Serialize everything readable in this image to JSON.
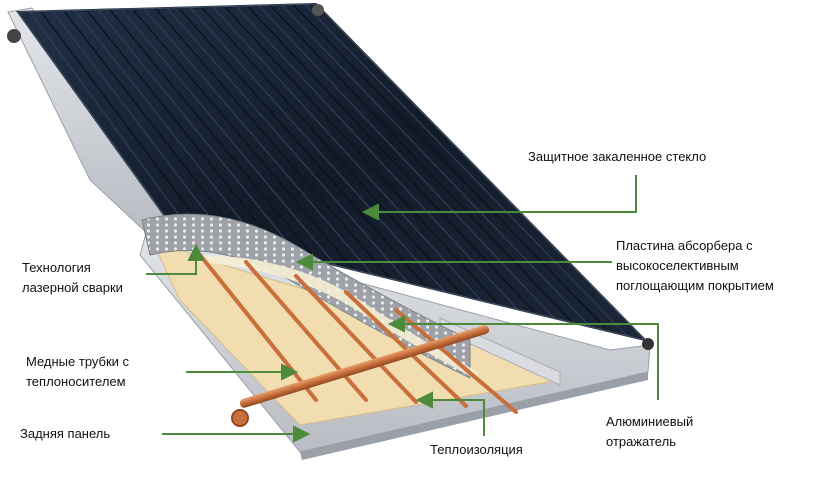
{
  "colors": {
    "glass": "#17212f",
    "frame": "#c9ccd2",
    "frame_dark": "#8e939b",
    "insulation": "#f1ddb0",
    "copper": "#c86f3c",
    "pointer": "#4b8b3b"
  },
  "labels": {
    "glass": "Защитное закаленное стекло",
    "absorber": [
      "Пластина абсорбера с",
      "высокоселективным",
      "поглощающим покрытием"
    ],
    "laser": [
      "Технология",
      "лазерной сварки"
    ],
    "tubes": [
      "Медные трубки с",
      "теплоносителем"
    ],
    "back_panel": "Задняя панель",
    "insulation": "Теплоизоляция",
    "reflector": [
      "Алюминиевый",
      "отражатель"
    ]
  }
}
